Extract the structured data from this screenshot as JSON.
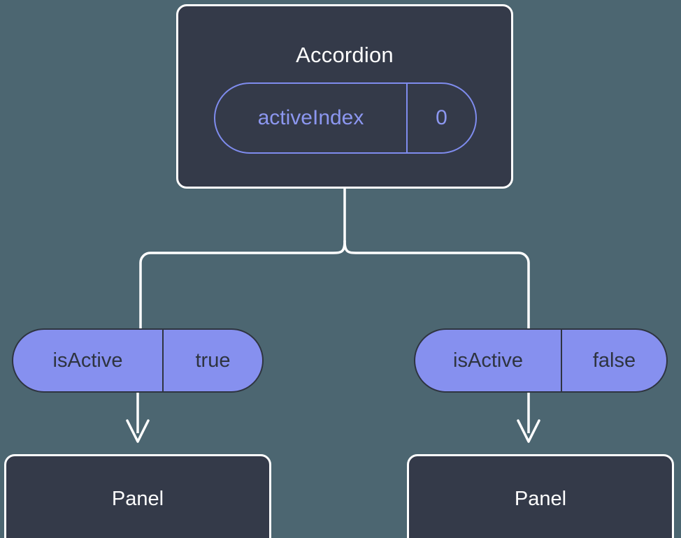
{
  "diagram": {
    "type": "component-state-tree",
    "background_color": "#4c6671",
    "node_fill_color": "#343a49",
    "node_stroke_color": "#ffffff",
    "pill_fill_color": "#8690ef",
    "pill_outline_color": "#7f8cee",
    "pill_text_color": "#2e3440",
    "connector_color": "#ffffff",
    "root": {
      "title": "Accordion",
      "prop": {
        "key": "activeIndex",
        "value": "0"
      }
    },
    "branches": [
      {
        "side": "left",
        "prop": {
          "key": "isActive",
          "value": "true"
        },
        "child": {
          "title": "Panel"
        }
      },
      {
        "side": "right",
        "prop": {
          "key": "isActive",
          "value": "false"
        },
        "child": {
          "title": "Panel"
        }
      }
    ]
  }
}
